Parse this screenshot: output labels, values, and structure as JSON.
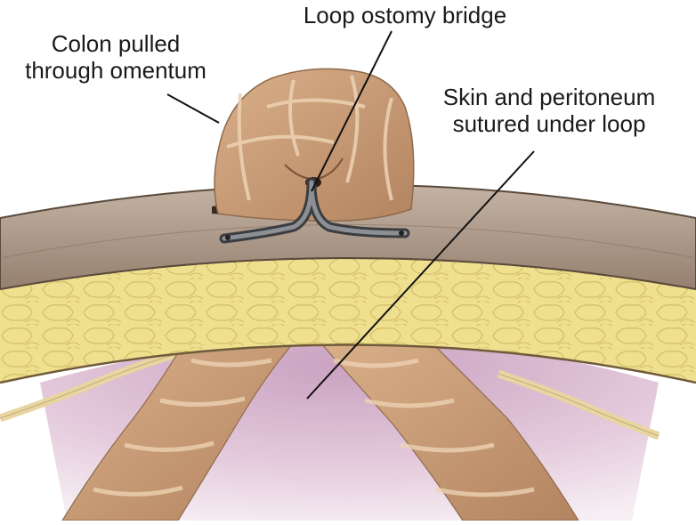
{
  "labels": {
    "colon": {
      "line1": "Colon pulled",
      "line2": "through omentum"
    },
    "bridge": {
      "line1": "Loop ostomy bridge"
    },
    "skin": {
      "line1": "Skin and peritoneum",
      "line2": "sutured under loop"
    }
  },
  "colors": {
    "peritoneum": "#d8b6cf",
    "skin_layer": "#a89586",
    "fat_layer": "#efe08f",
    "bowel": "#c79a72",
    "bowel_highlight": "#ecd2b3",
    "bridge_rod": "#5d6064",
    "leader_line": "#111111"
  }
}
